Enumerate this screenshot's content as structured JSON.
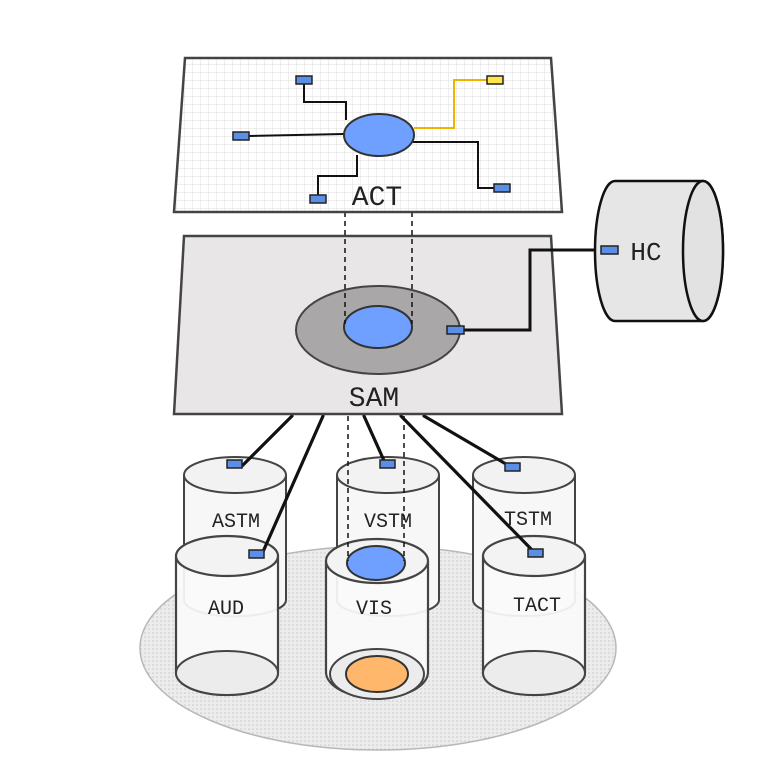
{
  "diagram": {
    "layers": {
      "act": {
        "label": "ACT"
      },
      "sam": {
        "label": "SAM"
      }
    },
    "external": {
      "hc": {
        "label": "HC"
      }
    },
    "stores": {
      "astm": {
        "label": "ASTM"
      },
      "vstm": {
        "label": "VSTM"
      },
      "tstm": {
        "label": "TSTM"
      },
      "aud": {
        "label": "AUD"
      },
      "vis": {
        "label": "VIS"
      },
      "tact": {
        "label": "TACT"
      }
    }
  },
  "colors": {
    "node_blue": "#6fa0ff",
    "node_orange": "#ffb86b",
    "port_blue": "#5b8fe6",
    "port_yellow": "#ffe44a",
    "yellow_link": "#f0b400",
    "panel_gray": "#e8e6e6",
    "grid_line": "#dcdcdc",
    "sam_ring": "#a9a7a7"
  }
}
